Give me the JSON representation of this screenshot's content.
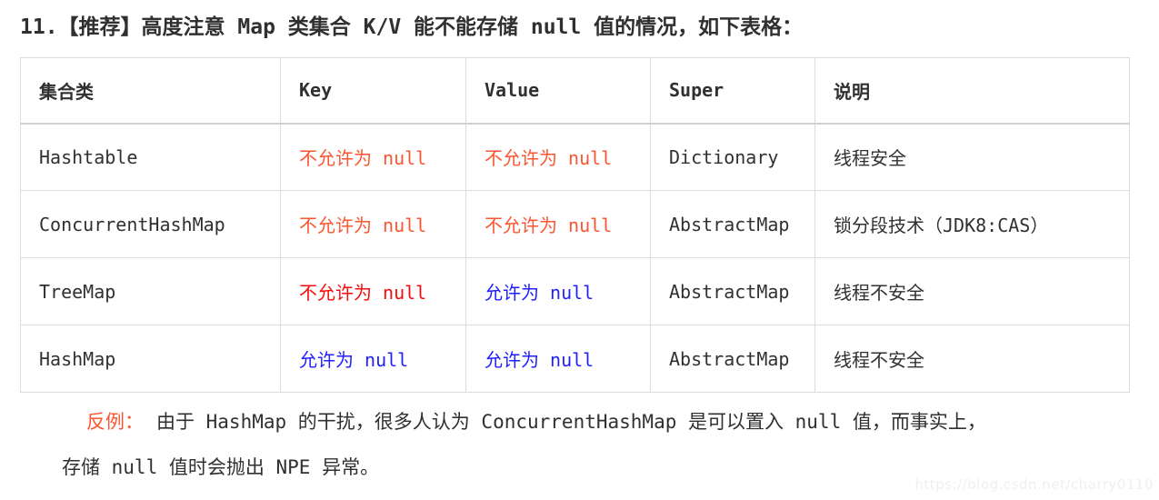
{
  "title": {
    "text": "11.【推荐】高度注意 Map 类集合 K/V 能不能存储 null 值的情况，如下表格："
  },
  "colors": {
    "body_text": "#303030",
    "orange_red": "#fc5531",
    "red": "#f50d0d",
    "blue": "#1f1fff",
    "table_border": "#dddddd",
    "watermark": "#efefef"
  },
  "table": {
    "headers": [
      "集合类",
      "Key",
      "Value",
      "Super",
      "说明"
    ],
    "rows": [
      {
        "cells": [
          {
            "text": "Hashtable",
            "color": "default"
          },
          {
            "text": "不允许为 null",
            "color": "orange_red"
          },
          {
            "text": "不允许为 null",
            "color": "orange_red"
          },
          {
            "text": "Dictionary",
            "color": "default"
          },
          {
            "text": "线程安全",
            "color": "default"
          }
        ]
      },
      {
        "cells": [
          {
            "text": "ConcurrentHashMap",
            "color": "default"
          },
          {
            "text": "不允许为 null",
            "color": "orange_red"
          },
          {
            "text": "不允许为 null",
            "color": "orange_red"
          },
          {
            "text": "AbstractMap",
            "color": "default"
          },
          {
            "text": "锁分段技术（JDK8:CAS）",
            "color": "default"
          }
        ]
      },
      {
        "cells": [
          {
            "text": "TreeMap",
            "color": "default"
          },
          {
            "text": "不允许为 null",
            "color": "red"
          },
          {
            "text": "允许为 null",
            "color": "blue"
          },
          {
            "text": "AbstractMap",
            "color": "default"
          },
          {
            "text": "线程不安全",
            "color": "default"
          }
        ]
      },
      {
        "cells": [
          {
            "text": "HashMap",
            "color": "default"
          },
          {
            "text": "允许为 null",
            "color": "blue"
          },
          {
            "text": "允许为 null",
            "color": "blue"
          },
          {
            "text": "AbstractMap",
            "color": "default"
          },
          {
            "text": "线程不安全",
            "color": "default"
          }
        ]
      }
    ]
  },
  "note": {
    "label": "反例：",
    "line1": "由于 HashMap 的干扰，很多人认为 ConcurrentHashMap 是可以置入 null 值，而事实上，",
    "line2": "存储 null 值时会抛出 NPE 异常。"
  },
  "watermark": {
    "text": "https://blog.csdn.net/charry0110"
  }
}
